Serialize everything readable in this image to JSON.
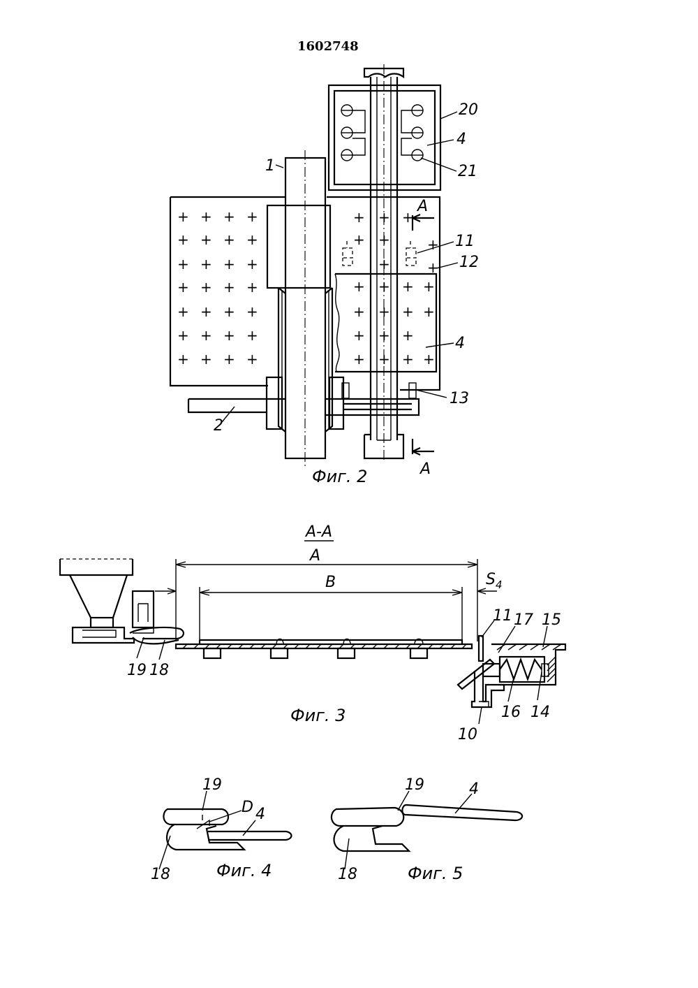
{
  "document": {
    "patent_number": "1602748"
  },
  "fig2": {
    "caption": "Фиг. 2",
    "labels": {
      "l1": "1",
      "l2": "2",
      "l4a": "4",
      "l4b": "4",
      "l11": "11",
      "l12": "12",
      "l13": "13",
      "l20": "20",
      "l21": "21",
      "section_top": "A",
      "section_bottom": "A"
    },
    "plus_mark": "+"
  },
  "fig3": {
    "caption": "Фиг. 3",
    "section_title": "A-A",
    "dimensions": {
      "a": "A",
      "b": "B",
      "s": "S",
      "s_sub": "4"
    },
    "labels": {
      "l10": "10",
      "l11": "11",
      "l14": "14",
      "l15": "15",
      "l16": "16",
      "l17": "17",
      "l18": "18",
      "l19": "19"
    }
  },
  "fig4": {
    "caption": "Фиг. 4",
    "labels": {
      "l18": "18",
      "l19": "19",
      "l4": "4",
      "lD": "D"
    }
  },
  "fig5": {
    "caption": "Фиг. 5",
    "labels": {
      "l18": "18",
      "l19": "19",
      "l4": "4"
    }
  }
}
